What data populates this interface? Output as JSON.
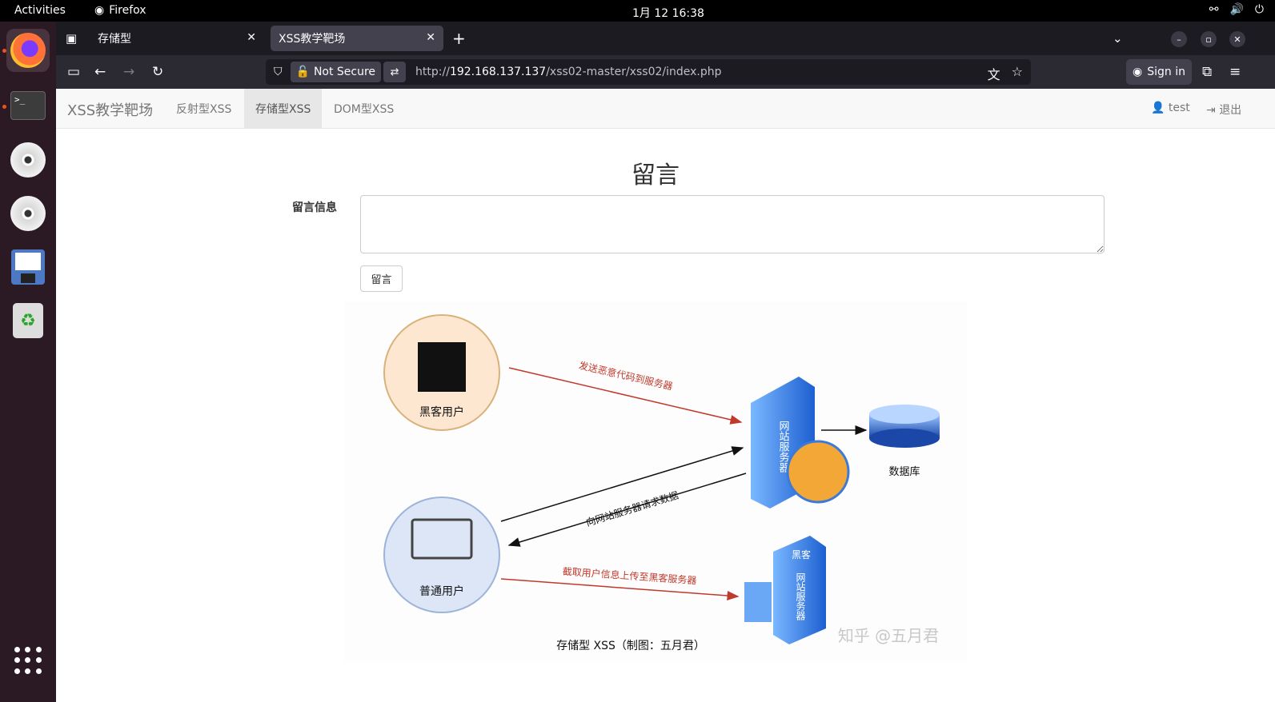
{
  "topbar": {
    "activities": "Activities",
    "app_name": "Firefox",
    "clock": "1月 12  16:38"
  },
  "tabs": [
    {
      "label": "存储型"
    },
    {
      "label": "XSS教学靶场"
    }
  ],
  "urlbar": {
    "security": "Not Secure",
    "url_prefix": "http://",
    "url_host": "192.168.137.137",
    "url_path": "/xss02-master/xss02/index.php"
  },
  "toolbar": {
    "signin": "Sign in"
  },
  "site": {
    "brand": "XSS教学靶场",
    "nav": [
      "反射型XSS",
      "存储型XSS",
      "DOM型XSS"
    ],
    "user": "test",
    "logout": "退出"
  },
  "form": {
    "heading": "留言",
    "label": "留言信息",
    "value": "",
    "submit": "留言"
  },
  "diagram": {
    "hacker_label": "黑客用户",
    "normal_label": "普通用户",
    "server_label": "网站服务器",
    "db_label": "数据库",
    "hacker_server_label": "黑客网站服务器",
    "hacker_server_top": "黑客",
    "hacker_server_text": "网站服务器",
    "arrow1": "发送恶意代码到服务器",
    "arrow2": "向网站服务器请求数据",
    "arrow3": "截取用户信息上传至黑客服务器",
    "caption": "存储型 XSS（制图：五月君）",
    "watermark": "知乎 @五月君"
  }
}
